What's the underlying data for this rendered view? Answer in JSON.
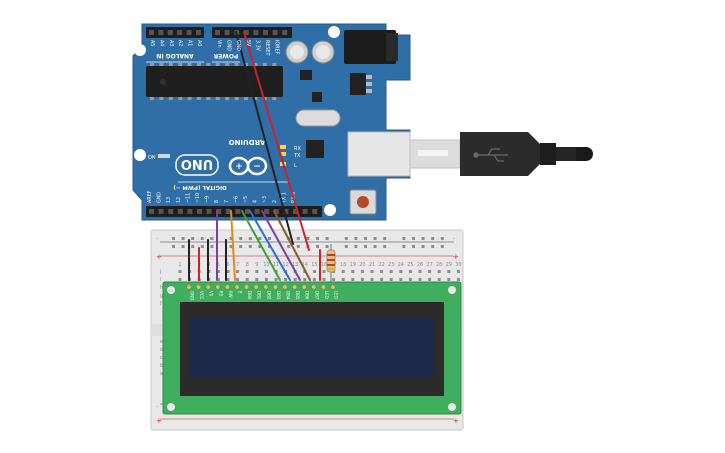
{
  "arduino": {
    "brand": "ARDUINO",
    "model": "UNO",
    "analog_header_label": "ANALOG IN",
    "power_header_label": "POWER",
    "digital_header_label": "DIGITAL (PWM ~)",
    "on_label": "ON",
    "rx_label": "RX",
    "tx_label": "TX",
    "l_label": "L",
    "analog_pins": [
      "A5",
      "A4",
      "A3",
      "A2",
      "A1",
      "A0"
    ],
    "power_pins": [
      "Vin",
      "GND",
      "GND",
      "5V",
      "3.3V",
      "RESET",
      "IOREF"
    ],
    "digital_pins": [
      "RX 0",
      "TX 1",
      "2",
      "~3",
      "4",
      "~5",
      "~6",
      "7",
      "8",
      "~9",
      "~10",
      "~11",
      "12",
      "13",
      "GND",
      "AREF"
    ]
  },
  "breadboard": {
    "rail_plus": "+",
    "rail_minus": "-",
    "row_letters_top": [
      "j",
      "i",
      "h",
      "g",
      "f"
    ],
    "row_letters_bottom": [
      "e",
      "d",
      "c",
      "b",
      "a"
    ],
    "column_numbers": [
      "1",
      "2",
      "3",
      "4",
      "5",
      "6",
      "7",
      "8",
      "9",
      "10",
      "11",
      "12",
      "13",
      "14",
      "15",
      "16",
      "17",
      "18",
      "19",
      "20",
      "21",
      "22",
      "23",
      "24",
      "25",
      "26",
      "27",
      "28",
      "29",
      "30"
    ]
  },
  "lcd": {
    "pin_labels": [
      "GND",
      "VCC",
      "V0",
      "RS",
      "RW",
      "E",
      "DB0",
      "DB1",
      "DB2",
      "DB3",
      "DB4",
      "DB5",
      "DB6",
      "DB7",
      "LED",
      "LED"
    ]
  },
  "colors": {
    "board": "#2f6ea7",
    "wire_red": "#d0202a",
    "wire_black": "#222222",
    "wire_purple": "#7b3fa0",
    "wire_orange": "#e08a1c",
    "wire_green": "#3aa13a",
    "wire_blue": "#2a6fd6",
    "wire_brown": "#8b5a2b",
    "lcd_pcb": "#3fae5f",
    "lcd_screen": "#1c2a4a"
  }
}
